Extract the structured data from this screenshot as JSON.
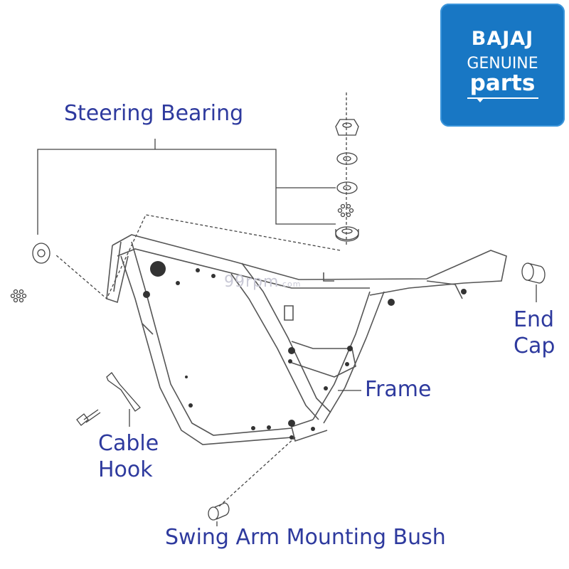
{
  "labels": {
    "steering_bearing": "Steering Bearing",
    "end_cap_line1": "End",
    "end_cap_line2": "Cap",
    "frame": "Frame",
    "cable_hook_line1": "Cable",
    "cable_hook_line2": "Hook",
    "swing_arm": "Swing Arm Mounting Bush"
  },
  "logo": {
    "brand": "BAJAJ",
    "line1": "GENUINE",
    "line2": "parts"
  },
  "watermark": {
    "main": "99rpm",
    "suffix": ".com"
  },
  "colors": {
    "label": "#2e3a9e",
    "logo_bg": "#1877c4",
    "line": "#333333"
  }
}
